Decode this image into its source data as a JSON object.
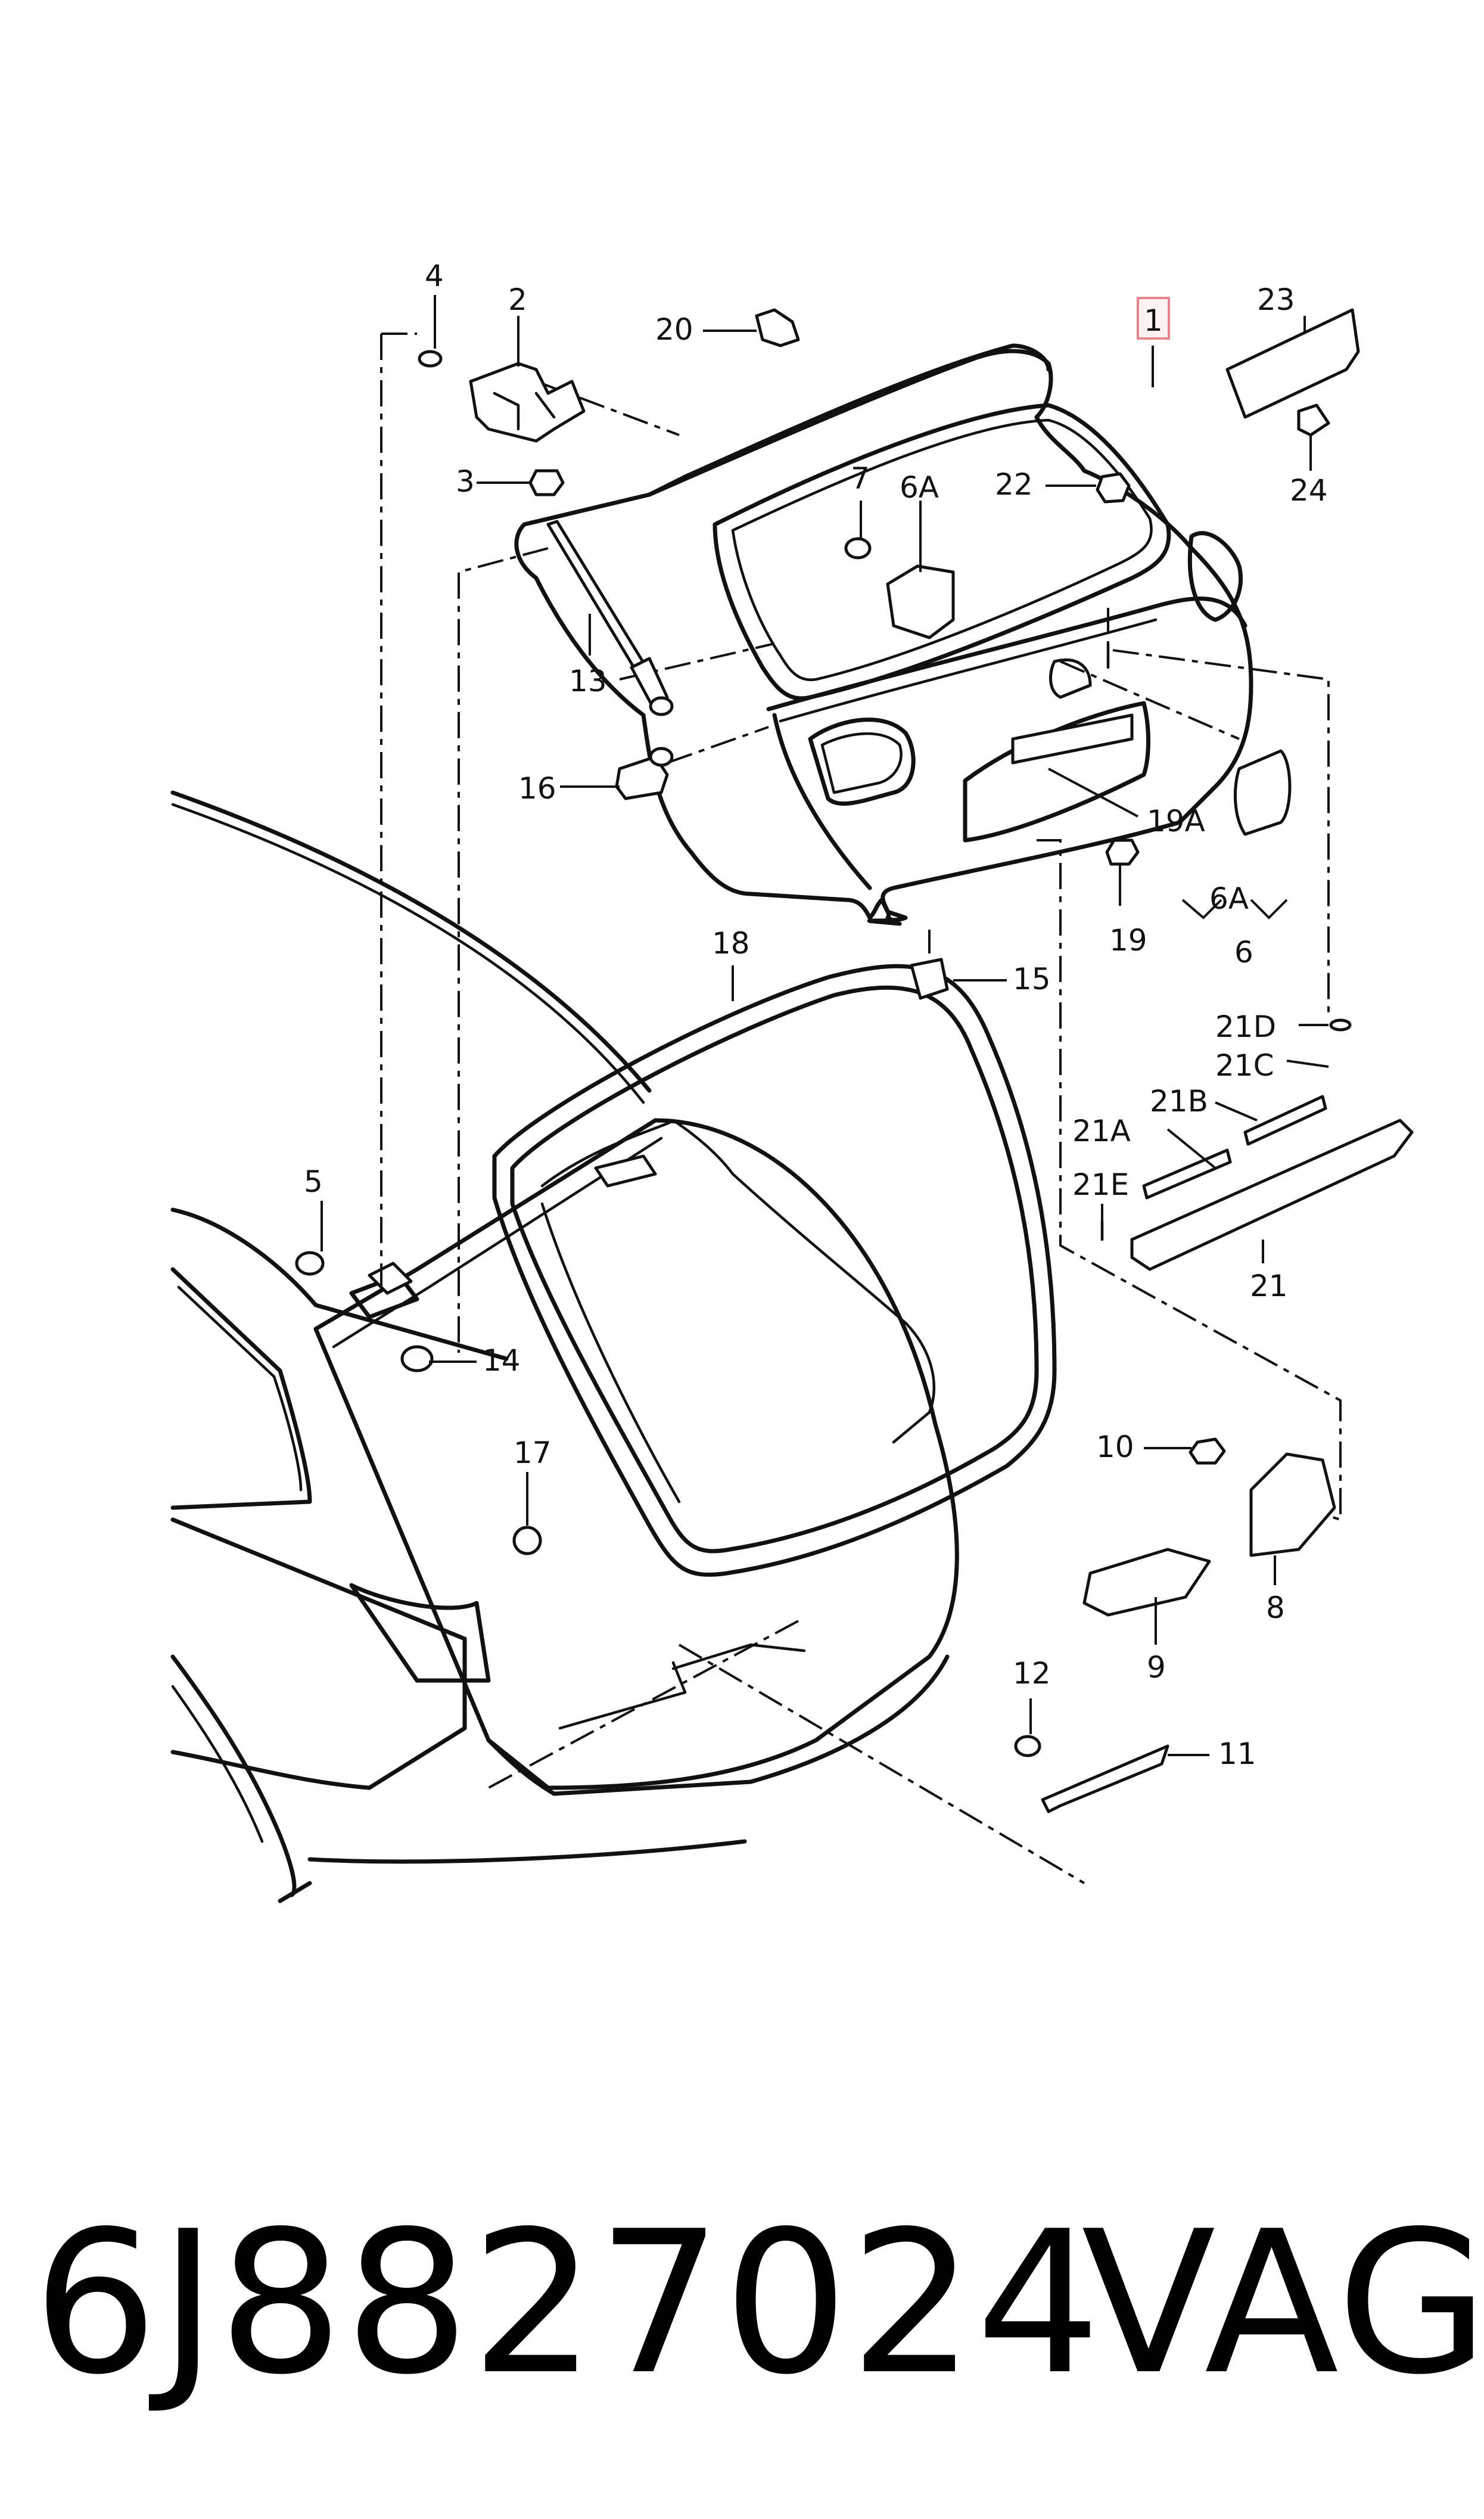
{
  "labels": {
    "p1": "1",
    "p2": "2",
    "p3": "3",
    "p4": "4",
    "p5": "5",
    "p6": "6",
    "p6a_top": "6A",
    "p6a": "6A",
    "p7": "7",
    "p8": "8",
    "p9": "9",
    "p10": "10",
    "p11": "11",
    "p12": "12",
    "p13": "13",
    "p14": "14",
    "p15": "15",
    "p16": "16",
    "p17": "17",
    "p18": "18",
    "p19": "19",
    "p19a": "19A",
    "p20": "20",
    "p21": "21",
    "p21a": "21A",
    "p21b": "21B",
    "p21c": "21C",
    "p21d": "21D",
    "p21e": "21E",
    "p22": "22",
    "p23": "23",
    "p24": "24"
  },
  "footer": {
    "part_number": "6J8827024",
    "brand": "VAG"
  },
  "colors": {
    "line": "#111111",
    "highlight_border": "#e8858f",
    "background": "#ffffff"
  }
}
